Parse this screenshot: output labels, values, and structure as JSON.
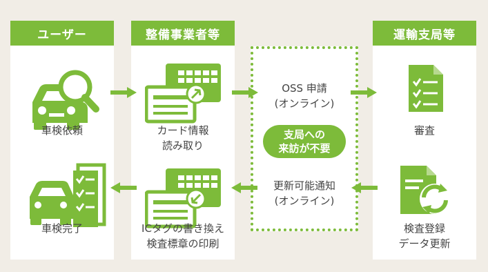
{
  "headers": {
    "user": "ユーザー",
    "operator": "整備事業者等",
    "bureau": "運輸支局等"
  },
  "labels": {
    "request_line1": "車検依頼",
    "card_read_line1": "カード情報",
    "card_read_line2": "読み取り",
    "oss_line1": "OSS 申請",
    "oss_line2": "(オンライン)",
    "review": "審査",
    "no_visit_line1": "支局への",
    "no_visit_line2": "来訪が不要",
    "notify_line1": "更新可能通知",
    "notify_line2": "(オンライン)",
    "complete": "車検完了",
    "ic_line1": "ICタグの書き換え",
    "ic_line2": "検査標章の印刷",
    "register_line1": "検査登録",
    "register_line2": "データ更新"
  },
  "colors": {
    "accent": "#7dbb3a",
    "background": "#f1ede6",
    "text": "#444444"
  },
  "icons": [
    "car-search-icon",
    "card-reader-icon",
    "checklist-icon",
    "data-update-icon",
    "car-checklist-icon",
    "card-writer-icon"
  ]
}
